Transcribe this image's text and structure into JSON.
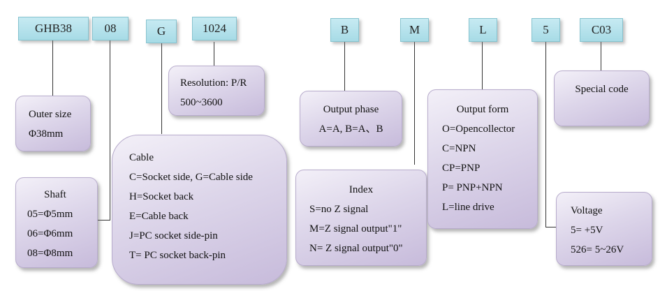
{
  "codes": [
    "GHB38",
    "08",
    "G",
    "1024",
    "B",
    "M",
    "L",
    "5",
    "C03"
  ],
  "outer_size": {
    "title": "Outer size",
    "value": "Φ38mm"
  },
  "shaft": {
    "title": "Shaft",
    "lines": [
      "05=Φ5mm",
      "06=Φ6mm",
      "08=Φ8mm"
    ]
  },
  "resolution": {
    "title": "Resolution: P/R",
    "value": "500~3600"
  },
  "cable": {
    "title": "Cable",
    "lines": [
      "C=Socket side, G=Cable side",
      "H=Socket back",
      "E=Cable back",
      "J=PC socket side-pin",
      "T= PC socket back-pin"
    ]
  },
  "output_phase": {
    "title": "Output phase",
    "value": "A=A, B=A、B"
  },
  "index": {
    "title": "Index",
    "lines": [
      "S=no Z signal",
      "M=Z signal output\"1\"",
      "N= Z signal output\"0\""
    ]
  },
  "output_form": {
    "title": "Output form",
    "lines": [
      "O=Opencollector",
      "C=NPN",
      "CP=PNP",
      "P= PNP+NPN",
      "L=line drive"
    ]
  },
  "special_code": {
    "title": "Special code"
  },
  "voltage": {
    "title": "Voltage",
    "lines": [
      "5= +5V",
      "526= 5~26V"
    ]
  }
}
